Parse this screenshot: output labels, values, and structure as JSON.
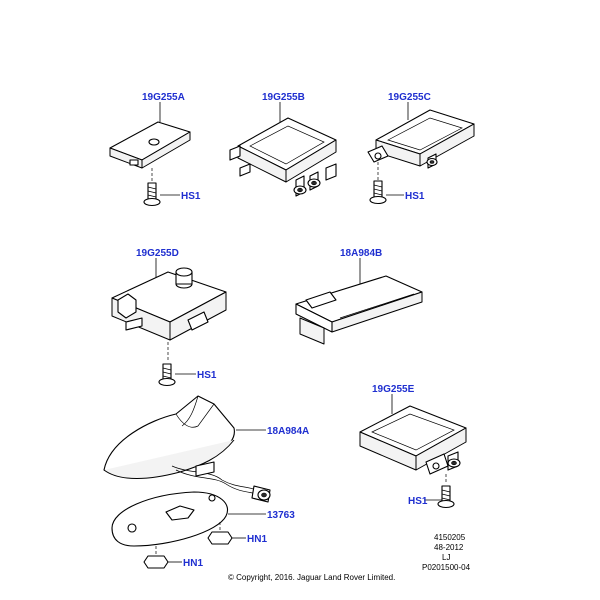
{
  "parts": {
    "p1": "19G255A",
    "p2": "19G255B",
    "p3": "19G255C",
    "p4": "19G255D",
    "p5": "18A984B",
    "p6": "18A984A",
    "p7": "19G255E",
    "p8": "13763"
  },
  "fasteners": {
    "hs1": "HS1",
    "hn1": "HN1"
  },
  "meta": {
    "ref_number": "4150205",
    "date_code": "48-2012",
    "initials": "LJ",
    "illustration_id": "P0201500-04",
    "copyright": "© Copyright, 2016. Jaguar Land Rover Limited."
  },
  "colors": {
    "label": "#1f2fd0",
    "line": "#000000"
  }
}
